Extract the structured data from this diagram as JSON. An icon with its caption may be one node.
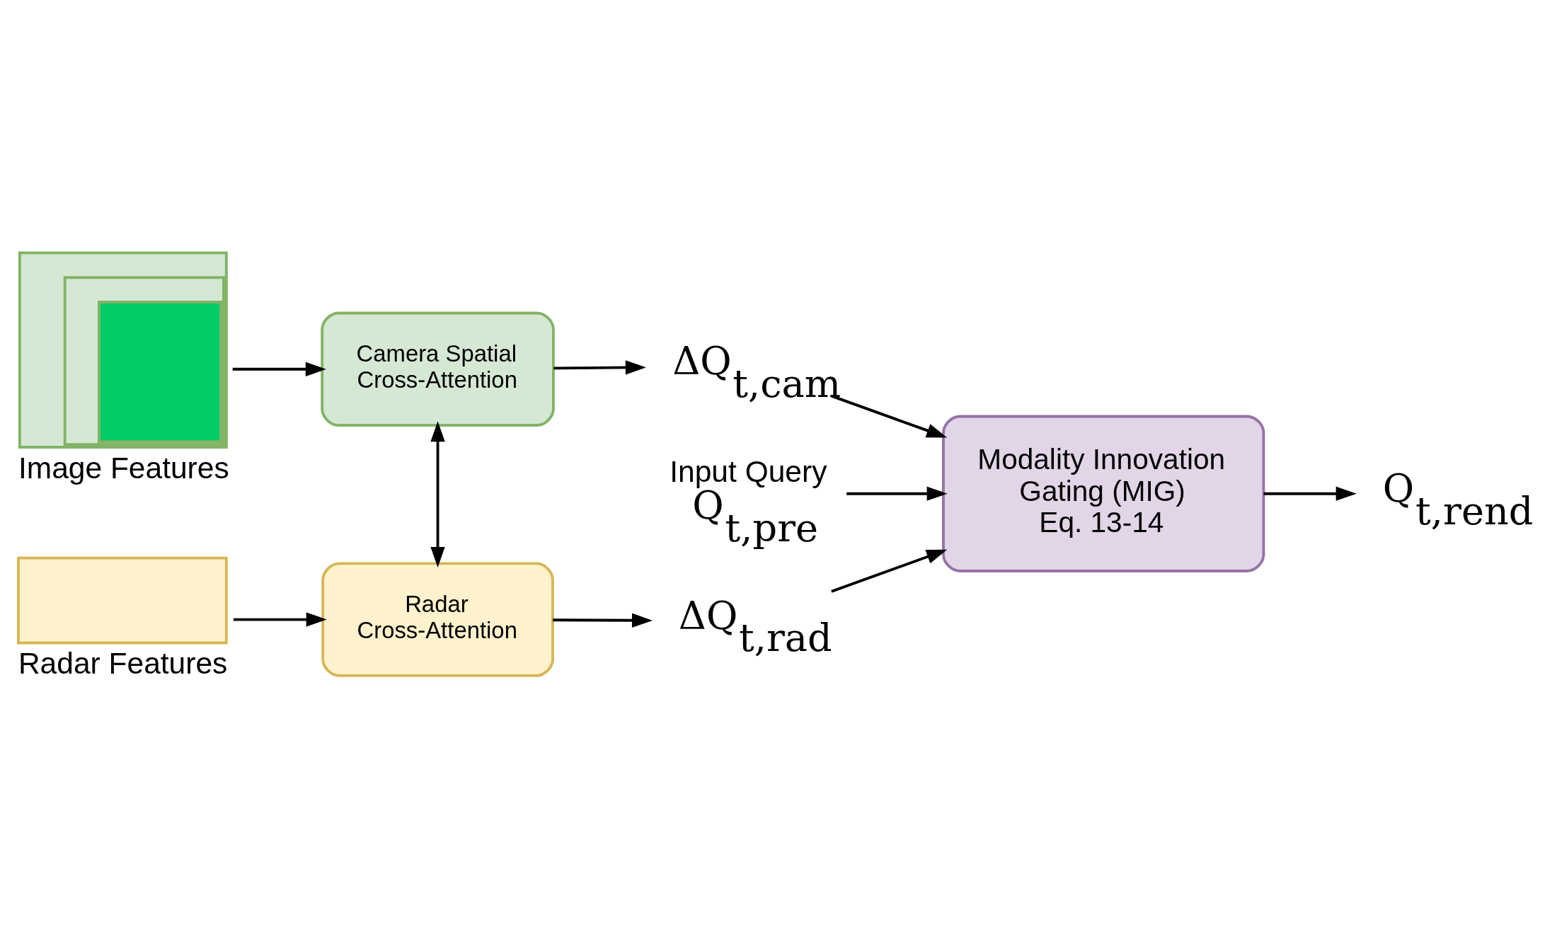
{
  "diagram": {
    "nodes": [
      {
        "text": [
          "Image Features"
        ]
      },
      {
        "text": [
          "Camera Spatial Cross-Attention"
        ]
      },
      {
        "text": [
          "ΔQ$_{t,cam}$"
        ]
      },
      {
        "text": [
          "Input Query",
          "Q$_{t,pre}$"
        ]
      },
      {
        "text": [
          "Modality Innovation Gating (MIG)",
          "Eq. 13-14"
        ]
      },
      {
        "text": [
          "Q$_{t,rend}$"
        ]
      },
      {
        "text": [
          "Radar Features"
        ]
      },
      {
        "text": [
          "Radar Cross-Attention"
        ]
      },
      {
        "text": [
          "ΔQ$_{t,rad}$"
        ]
      }
    ],
    "edges": [
      {
        "from": 0,
        "to": 1,
        "arrow": "to"
      },
      {
        "from": 1,
        "to": 2,
        "arrow": "to"
      },
      {
        "from": 2,
        "to": 4,
        "arrow": "to"
      },
      {
        "from": 3,
        "to": 4,
        "arrow": "to"
      },
      {
        "from": 1,
        "to": 7,
        "arrow": "both"
      },
      {
        "from": 7,
        "to": 8,
        "arrow": "to"
      },
      {
        "from": 8,
        "to": 4,
        "arrow": "to"
      },
      {
        "from": 4,
        "to": 5,
        "arrow": "to"
      },
      {
        "from": 6,
        "to": 7,
        "arrow": "to"
      }
    ]
  }
}
